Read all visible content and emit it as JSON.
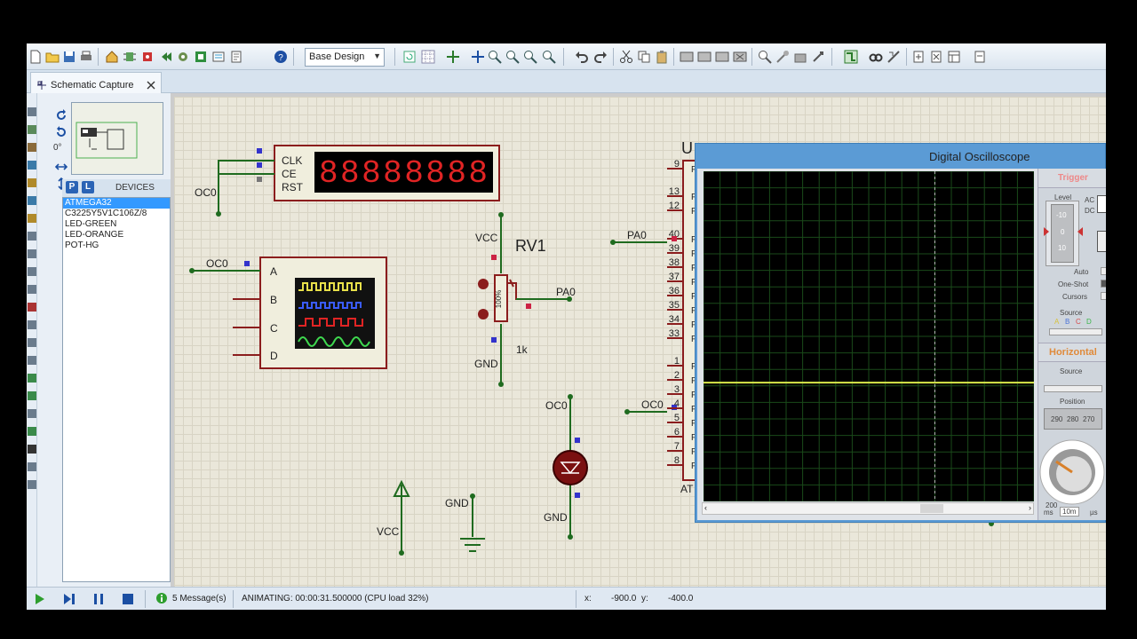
{
  "toolbar": {
    "design_combo": "Base Design",
    "icons": [
      "new-file-icon",
      "open-folder-icon",
      "save-icon",
      "print-icon",
      "home-icon",
      "component-icon",
      "chip-icon",
      "back-icon",
      "gear-icon",
      "pcb-icon",
      "bom-icon",
      "report-icon",
      "help-icon",
      "refresh-icon",
      "grid-icon",
      "origin-icon",
      "pan-icon",
      "zoom-in-icon",
      "zoom-out-icon",
      "zoom-all-icon",
      "zoom-area-icon",
      "undo-icon",
      "redo-icon",
      "cut-icon",
      "copy-icon",
      "paste-icon",
      "block-copy-icon",
      "block-move-icon",
      "block-rotate-icon",
      "block-delete-icon",
      "pick-icon",
      "make-device-icon",
      "package-icon",
      "decompose-icon",
      "wire-autoroute-icon",
      "search-icon",
      "property-icon",
      "new-sheet-icon",
      "remove-sheet-icon",
      "navigator-icon",
      "netlist-icon"
    ]
  },
  "tab": {
    "title": "Schematic Capture"
  },
  "side": {
    "rotate_value": "0°",
    "p_label": "P",
    "l_label": "L",
    "devices_label": "DEVICES",
    "devices": [
      "ATMEGA32",
      "C3225Y5V1C106Z/8",
      "LED-GREEN",
      "LED-ORANGE",
      "POT-HG"
    ],
    "selected_index": 0
  },
  "schematic": {
    "counter": {
      "pins": [
        "CLK",
        "CE",
        "RST"
      ],
      "display": "88888888"
    },
    "net_labels": {
      "oc0_top": "OC0",
      "oc0_mid": "OC0",
      "oc0_led": "OC0",
      "oc0_mcu": "OC0",
      "pa0_pot": "PA0",
      "pa0_mcu": "PA0"
    },
    "logic_analyzer": {
      "channels": [
        "A",
        "B",
        "C",
        "D"
      ]
    },
    "pot": {
      "ref": "RV1",
      "value": "1k",
      "percent": "100%",
      "vcc": "VCC",
      "gnd": "GND"
    },
    "led_gnd": "GND",
    "vcc_symbol": "VCC",
    "gnd_symbol": "GND",
    "mcu": {
      "ref_partial": "U",
      "part_partial": "AT",
      "pins_top": [
        "9",
        "13",
        "12",
        "40",
        "39",
        "38",
        "37",
        "36",
        "35",
        "34",
        "33"
      ],
      "pins_bottom": [
        "1",
        "2",
        "3",
        "4",
        "5",
        "6",
        "7",
        "8"
      ],
      "pin_letter": "P"
    }
  },
  "scope": {
    "title": "Digital Oscilloscope",
    "trigger_label": "Trigger",
    "level_label": "Level",
    "level_ticks": [
      "-10",
      "0",
      "10"
    ],
    "ac_label": "AC",
    "dc_label": "DC",
    "auto_label": "Auto",
    "oneshot_label": "One-Shot",
    "cursors_label": "Cursors",
    "source_label": "Source",
    "source_channels": [
      "A",
      "B",
      "C",
      "D"
    ],
    "horizontal_label": "Horizontal",
    "source2_label": "Source",
    "position_label": "Position",
    "position_values": [
      "290",
      "280",
      "270"
    ],
    "dial_labels": {
      "left": "200",
      "ms": "ms",
      "us": "µs",
      "sel": "10m"
    },
    "trace_level": 0.64,
    "cursor_x": 0.7
  },
  "status": {
    "messages": "5 Message(s)",
    "animating": "ANIMATING: 00:00:31.500000 (CPU load 32%)",
    "x_label": "x:",
    "x_value": "-900.0",
    "y_label": "y:",
    "y_value": "-400.0"
  },
  "colors": {
    "wire": "#1f6b1f",
    "component_border": "#8b1d1d",
    "component_fill": "#f0eedd",
    "trace": "#d9e84a",
    "grid": "#1a4a1a",
    "accent": "#3399ff"
  }
}
